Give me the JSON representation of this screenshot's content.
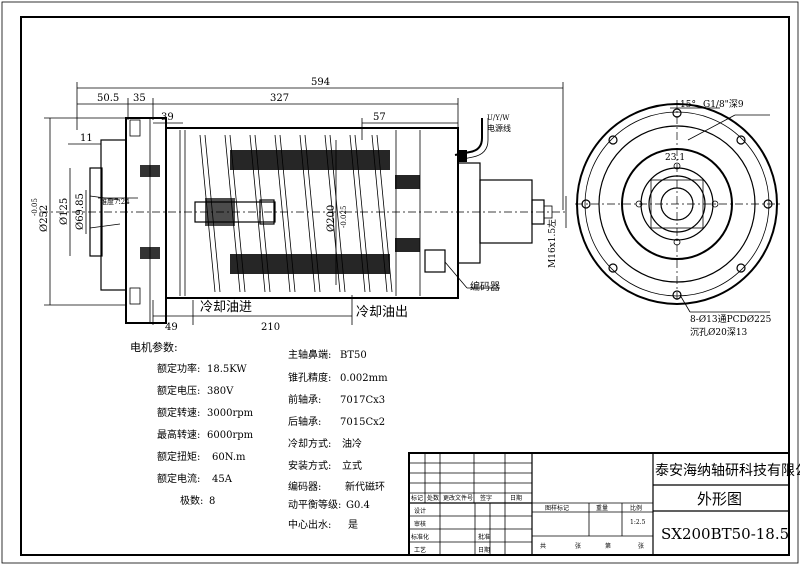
{
  "dimensions": {
    "overall_length": "594",
    "d_50_5": "50.5",
    "d_35": "35",
    "d_327": "327",
    "d_39": "39",
    "d_57": "57",
    "d_11": "11",
    "d_49": "49",
    "d_210": "210",
    "dia_252": "Ø252",
    "dia_252_tol": "-0.05",
    "dia_125": "Ø125",
    "dia_69_85": "Ø69.85",
    "taper": "锥度7:24",
    "dia_200": "Ø200",
    "dia_200_tol": "-0.025",
    "thread_m16": "M16x1.5左",
    "dim_23_1": "23.1",
    "dim_15deg": "15°",
    "g_thread": "G1/8\"深9",
    "pcd_holes": "8-Ø13通PCDØ225",
    "counterbore": "沉孔Ø20深13"
  },
  "labels": {
    "cooling_in": "冷却油进",
    "cooling_out": "冷却油出",
    "power_line_uvw": "U/Y/W",
    "power_line": "电源线",
    "encoder": "编码器"
  },
  "motor_params": {
    "heading": "电机参数:",
    "rows": [
      {
        "label": "额定功率:",
        "value": "18.5KW"
      },
      {
        "label": "额定电压:",
        "value": "380V"
      },
      {
        "label": "额定转速:",
        "value": "3000rpm"
      },
      {
        "label": "最高转速:",
        "value": "6000rpm"
      },
      {
        "label": "额定扭矩:",
        "value": "60N.m"
      },
      {
        "label": "额定电流:",
        "value": "45A"
      },
      {
        "label": "极数:",
        "value": "8"
      }
    ]
  },
  "spindle_params": {
    "rows": [
      {
        "label": "主轴鼻端:",
        "value": "BT50"
      },
      {
        "label": "锥孔精度:",
        "value": "0.002mm"
      },
      {
        "label": "前轴承:",
        "value": "7017Cx3"
      },
      {
        "label": "后轴承:",
        "value": "7015Cx2"
      },
      {
        "label": "冷却方式:",
        "value": "油冷"
      },
      {
        "label": "安装方式:",
        "value": "立式"
      },
      {
        "label": "编码器:",
        "value": "新代磁环"
      },
      {
        "label": "动平衡等级:",
        "value": "G0.4"
      },
      {
        "label": "中心出水:",
        "value": "是"
      }
    ]
  },
  "title_block": {
    "company": "泰安海纳轴研科技有限公司",
    "drawing_title": "外形图",
    "model": "SX200BT50-18.5",
    "header_cells": [
      "标记",
      "处数",
      "更改文件号",
      "签字",
      "日期"
    ],
    "left_rows": [
      "设计",
      "审核",
      "标准化",
      "工艺"
    ],
    "date_labels": [
      "日期",
      "批准"
    ],
    "mid_header": [
      "图样标记",
      "重量",
      "比例"
    ],
    "scale": "1:2.5",
    "sheet_row": [
      "共",
      "张",
      "第",
      "张"
    ]
  }
}
